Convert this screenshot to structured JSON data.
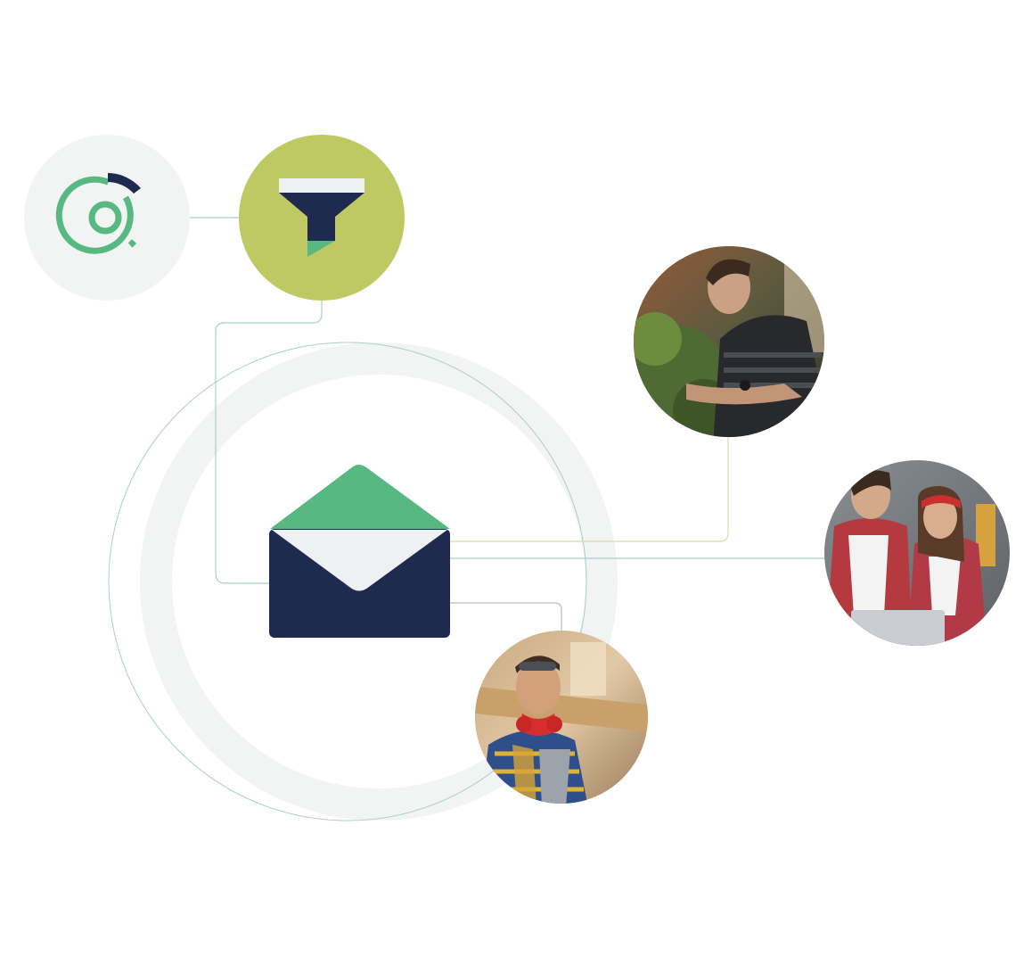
{
  "diagram": {
    "nodes": [
      {
        "id": "segment-analytics",
        "icon": "target-donut-icon"
      },
      {
        "id": "filter",
        "icon": "funnel-icon"
      },
      {
        "id": "email",
        "icon": "open-envelope-icon"
      },
      {
        "id": "audience-gardener",
        "icon": "person-photo-icon"
      },
      {
        "id": "audience-couple",
        "icon": "people-photo-icon"
      },
      {
        "id": "audience-carpenter",
        "icon": "person-photo-icon"
      }
    ],
    "edges": [
      {
        "from": "segment-analytics",
        "to": "filter"
      },
      {
        "from": "filter",
        "to": "email"
      },
      {
        "from": "email",
        "to": "audience-gardener"
      },
      {
        "from": "email",
        "to": "audience-couple"
      },
      {
        "from": "email",
        "to": "audience-carpenter"
      }
    ]
  },
  "colors": {
    "green": "#58b882",
    "lime": "#bfc963",
    "navy": "#1e2a4e",
    "light_gray": "#f2f3f3",
    "envelope_paper": "#eef0f2",
    "connector_teal": "#a9cfcb",
    "connector_lime": "#d6dca5",
    "connector_gray": "#b9b9b9"
  }
}
